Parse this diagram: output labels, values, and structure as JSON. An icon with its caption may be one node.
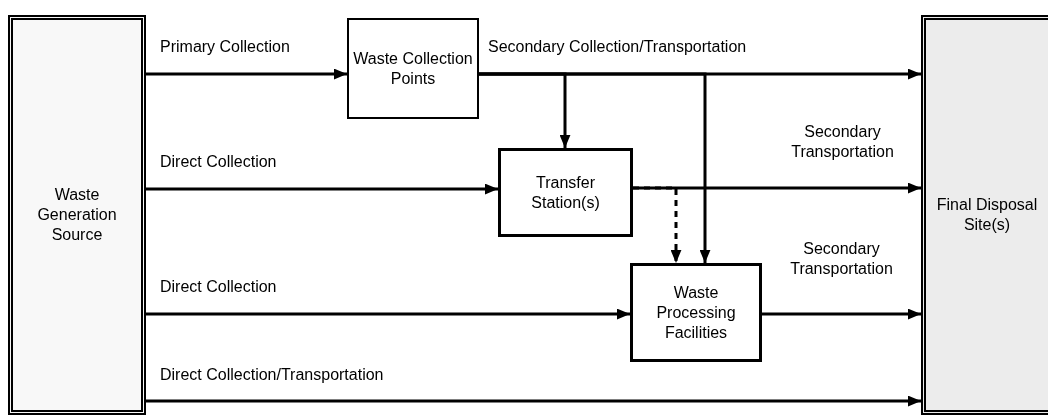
{
  "diagram": {
    "nodes": [
      {
        "text": [
          "Waste Generation Source"
        ]
      },
      {
        "text": [
          "Waste Collection Points"
        ]
      },
      {
        "text": [
          "Transfer Station(s)"
        ]
      },
      {
        "text": [
          "Waste Processing Facilities"
        ]
      },
      {
        "text": [
          "Final Disposal Site(s)"
        ]
      }
    ],
    "edges": [
      {
        "from": 0,
        "to": 1,
        "arrow": "to",
        "label": "Primary Collection"
      },
      {
        "from": 1,
        "to": 4,
        "arrow": "to",
        "label": "Secondary Collection/Transportation"
      },
      {
        "from": 1,
        "to": 2,
        "arrow": "to"
      },
      {
        "from": 1,
        "to": 3,
        "arrow": "to"
      },
      {
        "from": 0,
        "to": 2,
        "arrow": "to",
        "label": "Direct Collection"
      },
      {
        "from": 2,
        "to": 4,
        "arrow": "to",
        "label": "Secondary Transportation"
      },
      {
        "from": 2,
        "to": 3,
        "arrow": "to",
        "style": "dashed"
      },
      {
        "from": 0,
        "to": 3,
        "arrow": "to",
        "label": "Direct Collection"
      },
      {
        "from": 3,
        "to": 4,
        "arrow": "to",
        "label": "Secondary Transportation"
      },
      {
        "from": 0,
        "to": 4,
        "arrow": "to",
        "label": "Direct Collection/Transportation"
      }
    ]
  }
}
